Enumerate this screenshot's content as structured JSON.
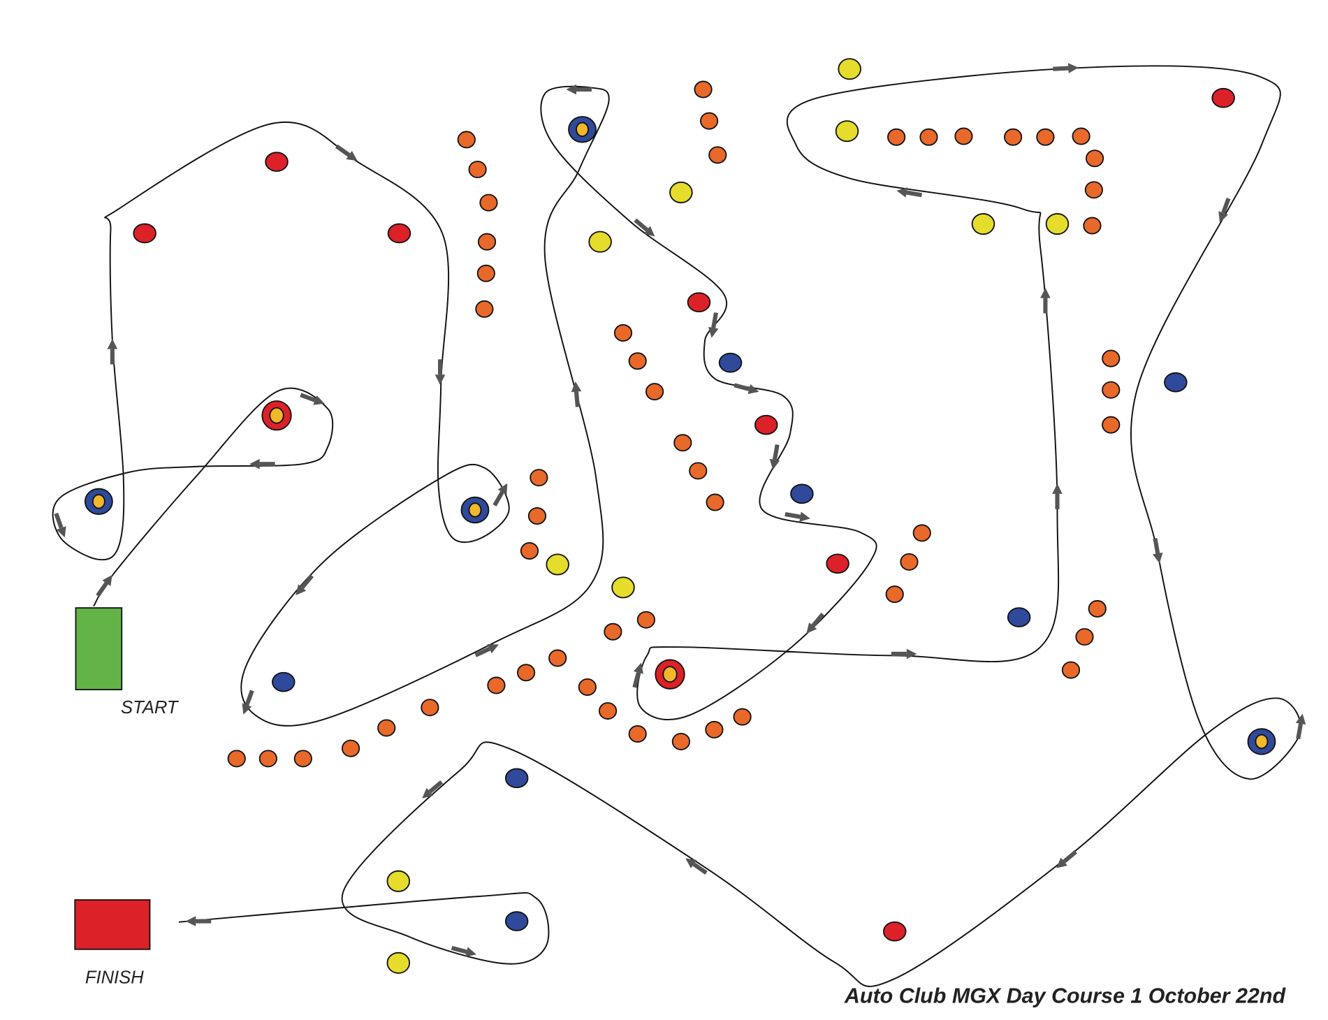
{
  "title": "Auto Club MGX Day Course 1 October 22nd",
  "start_label": "START",
  "finish_label": "FINISH",
  "colors": {
    "start": "#62b446",
    "finish": "#dc2128",
    "cone_red": "#dc2128",
    "cone_orange": "#e8692a",
    "cone_yellow": "#e5dc2c",
    "cone_blue": "#2f4a9a",
    "arrow": "#555555",
    "course_line": "#111111"
  }
}
